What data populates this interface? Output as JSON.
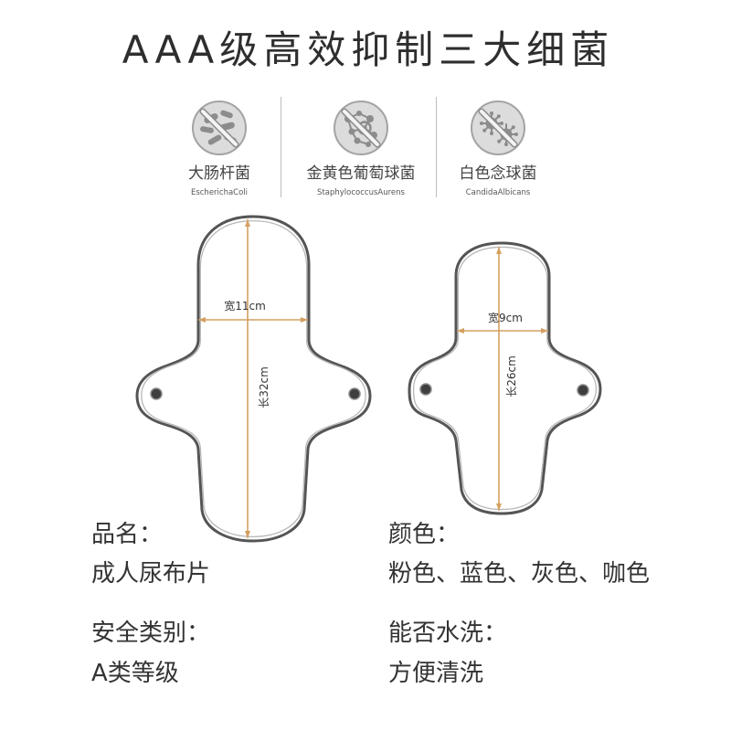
{
  "title": "AAA级高效抑制三大细菌",
  "bacteria": [
    {
      "name": "大肠杆菌",
      "latin": "EscherichaColi",
      "icon": "rod-bacteria-crossed-icon"
    },
    {
      "name": "金黄色葡萄球菌",
      "latin": "StaphylococcusAurens",
      "icon": "cocci-bacteria-crossed-icon"
    },
    {
      "name": "白色念球菌",
      "latin": "CandidaAlbicans",
      "icon": "fungus-crossed-icon"
    }
  ],
  "pads": [
    {
      "width_label": "宽11cm",
      "length_label": "长32cm"
    },
    {
      "width_label": "宽9cm",
      "length_label": "长26cm"
    }
  ],
  "specs": {
    "name_label": "品名：",
    "name_value": "成人尿布片",
    "color_label": "颜色：",
    "color_value": "粉色、蓝色、灰色、咖色",
    "safety_label": "安全类别：",
    "safety_value": "A类等级",
    "wash_label": "能否水洗：",
    "wash_value": "方便清洗"
  },
  "colors": {
    "accent": "#d4a062",
    "outline": "#555555",
    "text": "#333333"
  }
}
